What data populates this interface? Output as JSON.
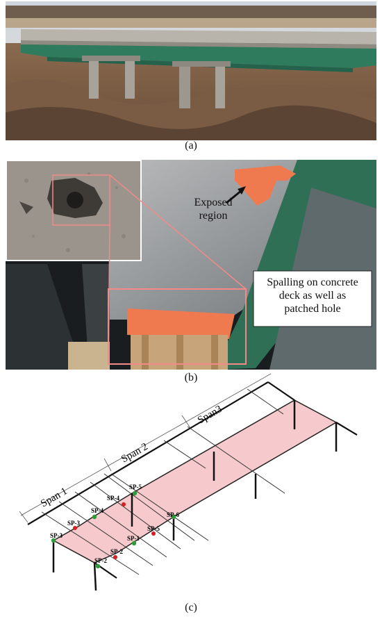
{
  "captions": {
    "a": "(a)",
    "b": "(b)",
    "c": "(c)"
  },
  "photo_b": {
    "exposed_label_line1": "Exposed",
    "exposed_label_line2": "region",
    "spalling_note_line1": "Spalling on concrete",
    "spalling_note_line2": "deck as well as",
    "spalling_note_line3": "patched hole"
  },
  "diagram": {
    "spans": [
      "Span 1",
      "Span 2",
      "Span3"
    ],
    "points_green": [
      "SP-3",
      "SP-4",
      "SP-5",
      "SP-6",
      "SP-1",
      "SP-2"
    ],
    "points_red": [
      "SP-4",
      "SP-3",
      "SP-5",
      "SP-2"
    ]
  },
  "colors": {
    "deck_fill": "#f6c9cc",
    "green_point": "#2e9a3a",
    "red_point": "#d62020",
    "girder_green": "#2f7b5e",
    "patch_orange": "#f07a50"
  }
}
